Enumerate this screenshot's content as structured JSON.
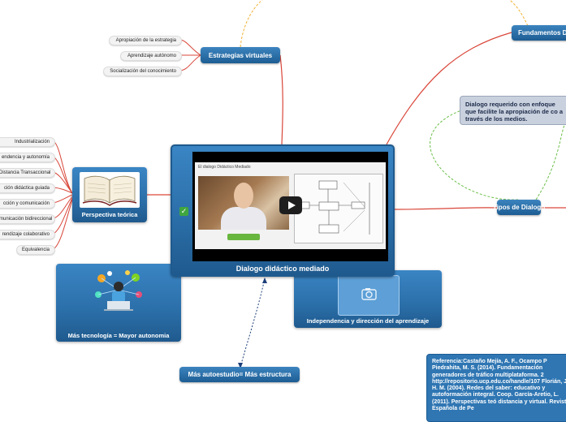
{
  "central": {
    "title": "Dialogo didáctico mediado",
    "slide_title": "El dialogo Didáctico Mediado"
  },
  "nodes": {
    "estrategias": "Estrategias virtuales",
    "perspectiva": "Perspectiva teórica",
    "fundamentos": "Fundamentos D",
    "tipos": "Tipos de Dialogo",
    "mas_autoestudio": "Más autoestudio= Más estructura",
    "mas_tecnologia": "Más tecnología = Mayor autonomia",
    "independencia": "Independencia y dirección del aprendizaje"
  },
  "estrategias_leaves": [
    "Apropiación de la estrategia",
    "Aprendizaje autónomo",
    "Socialización del conocimiento"
  ],
  "perspectiva_leaves": [
    "Industrialización",
    "endencia y autonomía",
    "Distancia Transaccional",
    "ción didáctica guiada",
    "cción y comunicación",
    "municación bidireccional",
    "rendizaje colaborativo",
    "Equivalencia"
  ],
  "dialogo_text": "Dialogo requerido con enfoque que facilite la apropiación de co a través de los medios.",
  "references_text": "Referencia:Castaño Mejía, A. F., Ocampo P Piedrahita, M. S. (2014). Fundamentación generadores de tráfico multiplataforma. 2 http://repositorio.ucp.edu.co/handle/107 Florián, J. H. M. (2004). Redes del saber: educativo y autoformación integral. Coop. García-Aretio, L. (2011). Perspectivas teó distancia y virtual. Revista Española de Pe",
  "icons": {
    "book": "open-book-icon",
    "people": "people-network-icon",
    "camera": "camera-icon",
    "check": "check-icon",
    "play": "play-icon"
  },
  "colors": {
    "node_blue": "#2b6fa9",
    "link_red": "#d9473a",
    "link_green_dashed": "#6cbf4a",
    "link_orange_dashed": "#f2b233",
    "link_navy_dashed": "#1d3f7a"
  }
}
